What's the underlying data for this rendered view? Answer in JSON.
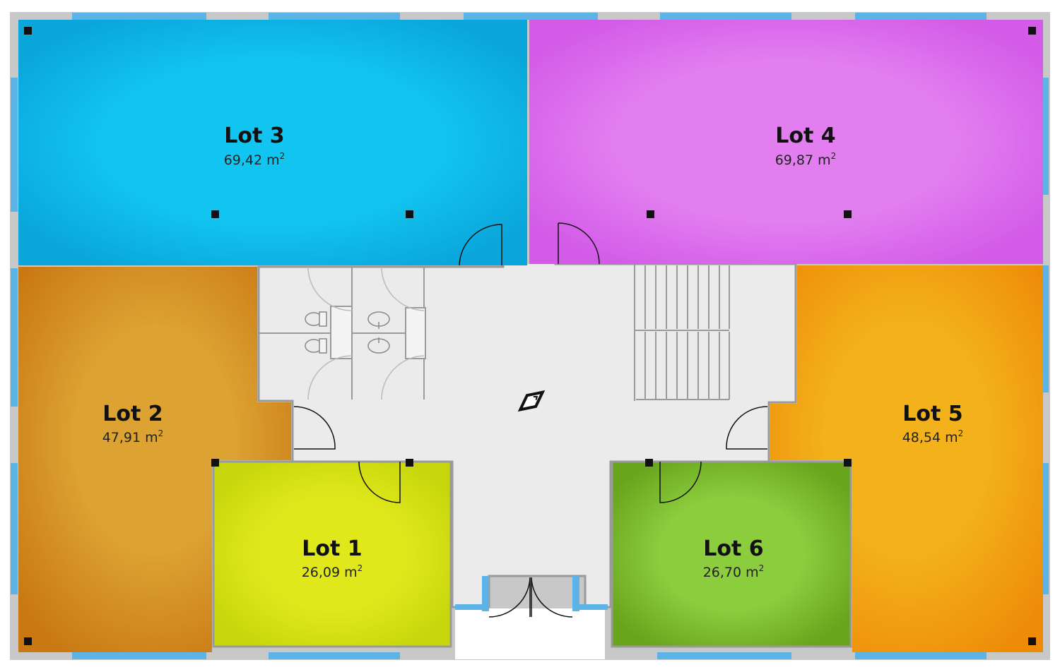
{
  "lots": [
    {
      "id": "lot-3",
      "name": "Lot 3",
      "area": "69,42 m",
      "area_sup": "2",
      "color": "#12c4f0",
      "edge": "#0aa6db"
    },
    {
      "id": "lot-4",
      "name": "Lot 4",
      "area": "69,87 m",
      "area_sup": "2",
      "color": "#e27ef0",
      "edge": "#d35be8"
    },
    {
      "id": "lot-2",
      "name": "Lot 2",
      "area": "47,91 m",
      "area_sup": "2",
      "color": "#dc9c2e",
      "edge": "#cd7e14"
    },
    {
      "id": "lot-5",
      "name": "Lot 5",
      "area": "48,54 m",
      "area_sup": "2",
      "color": "#f2ae18",
      "edge": "#ef8f08"
    },
    {
      "id": "lot-1",
      "name": "Lot 1",
      "area": "26,09 m",
      "area_sup": "2",
      "color": "#dfe71a",
      "edge": "#c8d80c"
    },
    {
      "id": "lot-6",
      "name": "Lot 6",
      "area": "26,70 m",
      "area_sup": "2",
      "color": "#87c93a",
      "edge": "#6eaa1f"
    }
  ],
  "colors": {
    "wall": "#c8c8c8",
    "window": "#5cb4e6",
    "common_area": "#ebebeb",
    "common_outline": "#9a9a9a",
    "pillar": "#111111",
    "door_line": "#111111"
  },
  "icons": {
    "compass": "compass-icon",
    "toilet": "toilet-icon",
    "sink": "sink-icon",
    "stairs": "staircase"
  }
}
